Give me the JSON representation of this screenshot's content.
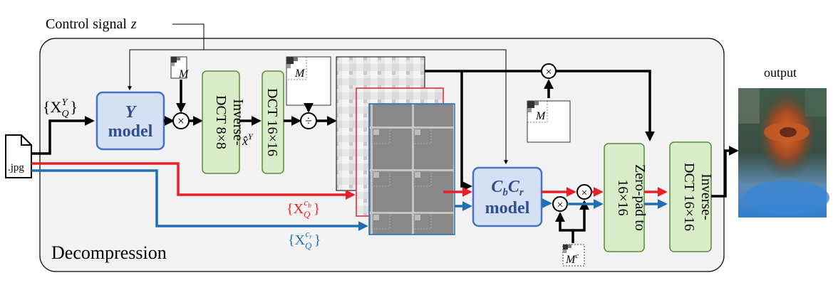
{
  "control_signal": {
    "text": "Control signal",
    "var": "z"
  },
  "section_label": "Decompression",
  "output_label": "output",
  "input_file_label": ".jpg",
  "inputs": {
    "y": {
      "base": "{X",
      "sub": "Q",
      "sup": "Y",
      "close": "}"
    },
    "cb": {
      "base": "{X",
      "sub": "Q",
      "sup": "c",
      "supsub": "b",
      "close": "}"
    },
    "cr": {
      "base": "{X",
      "sub": "Q",
      "sup": "c",
      "supsub": "r",
      "close": "}"
    }
  },
  "y_model": {
    "title": "Y",
    "subtitle": "model"
  },
  "c_model": {
    "title_c": "C",
    "sub_b": "b",
    "title_c2": "C",
    "sub_r": "r",
    "subtitle": "model"
  },
  "blocks": {
    "idct8": [
      "Inverse-",
      "DCT 8×8"
    ],
    "dct16": [
      "DCT 16×16"
    ],
    "zeropad": [
      "Zero-pad to",
      "16×16"
    ],
    "idct16": [
      "Inverse-",
      "DCT 16×16"
    ]
  },
  "xhat": {
    "base": "x̂",
    "sup": "Y"
  },
  "mask_label": "M",
  "mask_c_label": "M",
  "mask_c_sup": "c",
  "ops": {
    "multiply": "×",
    "divide": "÷"
  },
  "colors": {
    "cb_path": "#e8202a",
    "cr_path": "#1f6fb5",
    "y_path": "#000000",
    "model_fill": "#d6e0f4",
    "model_stroke": "#4472c4",
    "block_fill": "#d9ecc8",
    "block_stroke": "#5a8a3a",
    "panel_fill": "#f2f2f2"
  }
}
